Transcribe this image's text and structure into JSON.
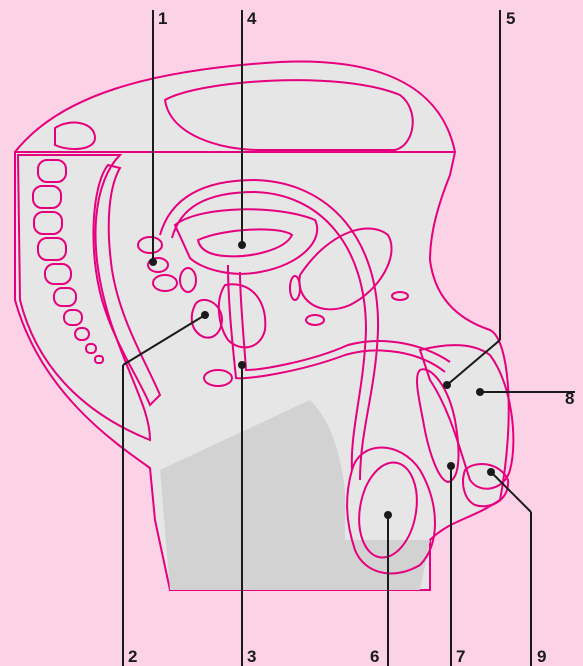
{
  "colors": {
    "background": "#fcd3e6",
    "tissue": "#e6e6e6",
    "shadow": "#d2d2d2",
    "outline": "#e6007e",
    "organ": "#f09ac5",
    "leader": "#1a1a1a"
  },
  "labels": [
    {
      "id": "1",
      "text": "1"
    },
    {
      "id": "2",
      "text": "2"
    },
    {
      "id": "3",
      "text": "3"
    },
    {
      "id": "4",
      "text": "4"
    },
    {
      "id": "5",
      "text": "5"
    },
    {
      "id": "6",
      "text": "6"
    },
    {
      "id": "7",
      "text": "7"
    },
    {
      "id": "8",
      "text": "8"
    },
    {
      "id": "9",
      "text": "9"
    }
  ]
}
